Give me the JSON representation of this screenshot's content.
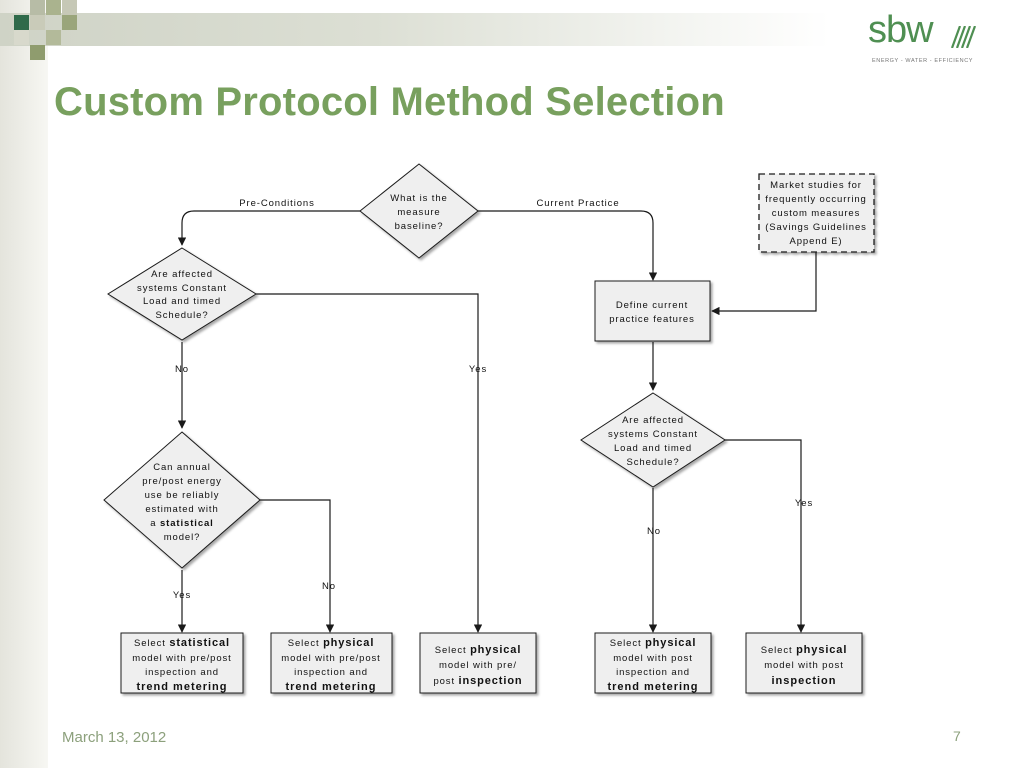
{
  "slide": {
    "title": "Custom Protocol Method Selection",
    "footer_date": "March 13, 2012",
    "page_number": "7"
  },
  "logo": {
    "word": "sbw",
    "tagline": "ENERGY - WATER - EFFICIENCY",
    "color": "#4f8f52"
  },
  "colors": {
    "title": "#78a05e",
    "box_fill": "#efefef",
    "line": "#1a1a1a"
  },
  "flow": {
    "start_diamond": [
      "What is the",
      "measure",
      "baseline?"
    ],
    "label_preconditions": "Pre-Conditions",
    "label_current_practice": "Current Practice",
    "market_box": [
      "Market studies for",
      "frequently occurring",
      "custom measures",
      "(Savings Guidelines",
      "Append E)"
    ],
    "left_diamond": [
      "Are affected",
      "systems Constant",
      "Load and timed",
      "Schedule?"
    ],
    "define_box": [
      "Define current",
      "practice features"
    ],
    "right_diamond": [
      "Are affected",
      "systems Constant",
      "Load and timed",
      "Schedule?"
    ],
    "annual_diamond": [
      "Can annual",
      "pre/post energy",
      "use be reliably",
      "estimated with"
    ],
    "annual_a": "a",
    "annual_statistical": "statistical",
    "annual_model": "model?",
    "no": "No",
    "yes": "Yes",
    "select": "Select",
    "statistical": "statistical",
    "physical": "physical",
    "trend_metering": "trend metering",
    "inspection": "inspection",
    "model_with_pre_post": "model with pre/post",
    "inspection_and": "inspection and",
    "model_with_pre": "model with pre/",
    "post": "post",
    "model_with_post": "model with post"
  }
}
